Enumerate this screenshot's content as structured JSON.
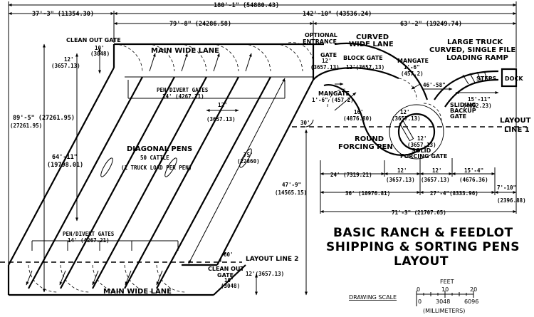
{
  "dimensions": {
    "overall": "180'-1\" (54880.43)",
    "left_section": "37'-3\" (11354.30)",
    "right_section": "142'-10\" (43536.24)",
    "lane_length": "79'-8\" (24286.58)",
    "ramp_section": "63'-2\" (19249.74)",
    "gate_10_top": "10'\n(3048)",
    "left_12": "12'\n(3657.13)",
    "height_89": "89'-5\"\n(27261.95)",
    "height_64": "64'-11\"\n(19798.01)",
    "pen_width_12": "12'\n(3657.13)",
    "diag_75": "75'\n(22860)",
    "height_47": "47'-9\"\n(14565.15)",
    "gate_12_mid": "12'\n(3657.13)",
    "curve_12": "12'(3657.13)",
    "mangate_top": "1'-6\"\n(457.2)",
    "mangate_left": "1'-6\" (457.2)",
    "radius_16": "16'\n(4876.80)",
    "forcing_12": "12'\n(3657.13)",
    "solid_12": "12'\n(3657.13)",
    "angle_46": "46'-58\"",
    "ramp_15": "15'-11\"\n(4852.23)",
    "angle_30": "30'",
    "angle_60": "60'",
    "bottom_12_right": "12'(3657.13)",
    "row1_24": "24' (7319.21)",
    "row1_12a": "12'\n(3657.13)",
    "row1_12b": "12'\n(3657.13)",
    "row1_15": "15'-4\"\n(4676.36)",
    "row2_36": "36' (10976.81)",
    "row2_27": "27'-4\"(8333.96)",
    "row2_7": "7'-10\"\n(2396.88)",
    "row3_71": "71'-3\" (21707.65)",
    "gate_10_bottom": "10'\n(3048)"
  },
  "labels": {
    "clean_out_gate_top": "CLEAN OUT GATE",
    "main_wide_lane_top": "MAIN WIDE LANE",
    "pen_divert_top": "PEN/DIVERT GATES\n14' (4267.21)",
    "diagonal_pens": "DIAGONAL PENS",
    "cattle_50": "50 CATTLE\n(1 TRUCK LOAD PER PEN)",
    "pen_divert_bottom": "PEN/DIVERT GATES\n14' (4267.21)",
    "main_wide_lane_bottom": "MAIN WIDE LANE",
    "clean_out_gate_bottom": "CLEAN OUT\nGATE",
    "optional_entrance": "OPTIONAL\nENTRANCE",
    "gate": "GATE",
    "curved_wide_lane": "CURVED\nWIDE LANE",
    "block_gate": "BLOCK GATE",
    "mangate_top": "MANGATE",
    "mangate_left": "MANGATE",
    "large_truck": "LARGE TRUCK\nCURVED, SINGLE FILE\nLOADING RAMP",
    "steps": "STEPS",
    "dock": "DOCK",
    "sliding_backup_gate": "SLIDING\nBACKUP\nGATE",
    "round_forcing_pen": "ROUND\nFORCING PEN",
    "solid_forcing_gate": "SOLID\nFORCING GATE",
    "layout_line_1": "LAYOUT\nLINE 1",
    "layout_line_2": "LAYOUT LINE 2"
  },
  "title": {
    "line1": "BASIC RANCH & FEEDLOT",
    "line2": "SHIPPING & SORTING PENS",
    "line3": "LAYOUT"
  },
  "scale": {
    "label": "DRAWING SCALE",
    "feet": "FEET",
    "ft_ticks": [
      "0",
      "10",
      "20"
    ],
    "mm_ticks": [
      "0",
      "3048",
      "6096"
    ],
    "mm_label": "(MILLIMETERS)"
  }
}
